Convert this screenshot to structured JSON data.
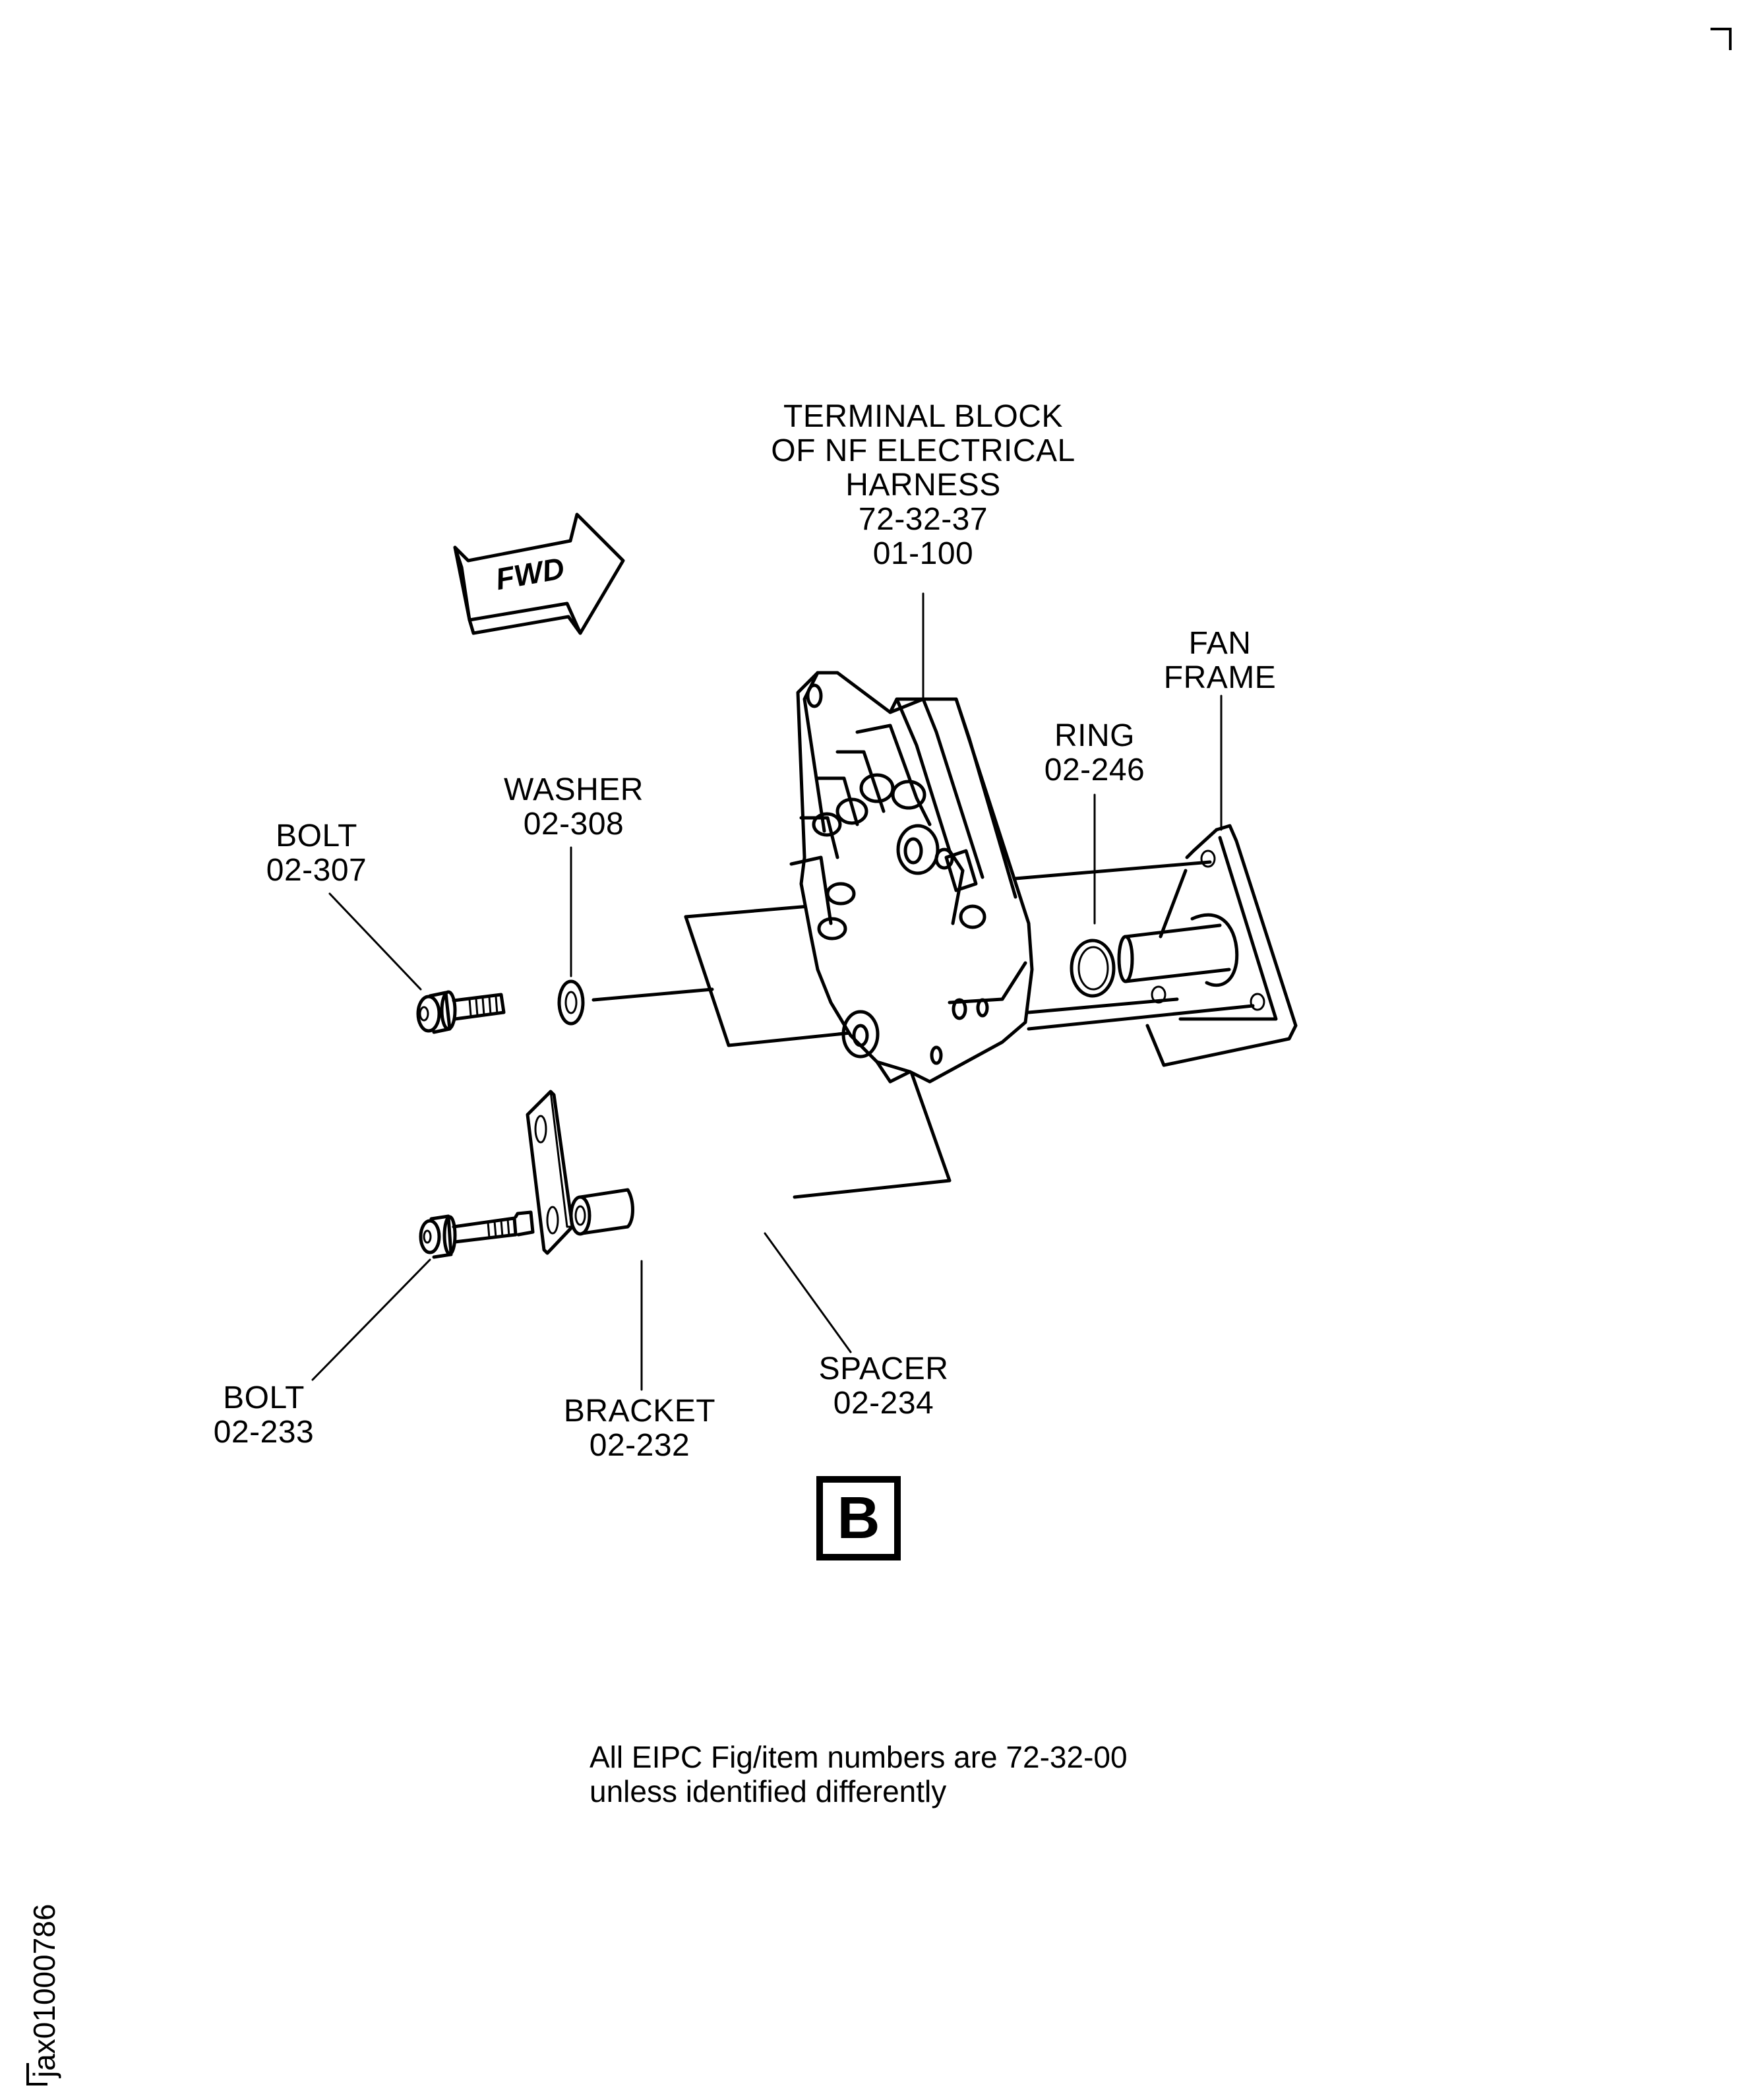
{
  "figure": {
    "view_label": "B",
    "fwd_arrow_text": "FWD",
    "note_lines": [
      "All EIPC Fig/item numbers are 72-32-00",
      "unless identified differently"
    ],
    "drawing_id": "jax01000786"
  },
  "callouts": {
    "terminal_block": [
      "TERMINAL BLOCK",
      "OF NF ELECTRICAL",
      "HARNESS",
      "72-32-37",
      "01-100"
    ],
    "fan_frame": [
      "FAN",
      "FRAME"
    ],
    "ring": [
      "RING",
      "02-246"
    ],
    "washer": [
      "WASHER",
      "02-308"
    ],
    "bolt_upper": [
      "BOLT",
      "02-307"
    ],
    "bolt_lower": [
      "BOLT",
      "02-233"
    ],
    "bracket": [
      "BRACKET",
      "02-232"
    ],
    "spacer": [
      "SPACER",
      "02-234"
    ]
  },
  "colors": {
    "ink": "#000000",
    "paper": "#ffffff"
  }
}
